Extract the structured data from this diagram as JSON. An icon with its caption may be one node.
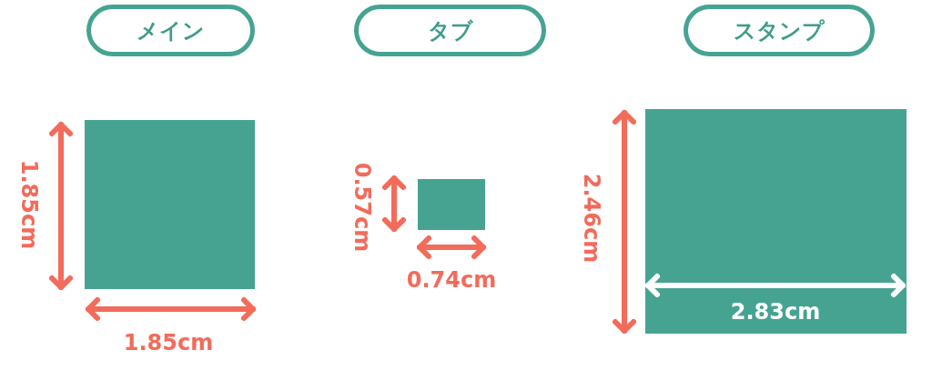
{
  "diagram": {
    "nodes": [
      {
        "text": [
          "メイン"
        ]
      },
      {
        "text": [
          "タブ"
        ]
      },
      {
        "text": [
          "スタンプ"
        ]
      },
      {
        "text": [],
        "shape": "box"
      },
      {
        "text": [],
        "shape": "box"
      },
      {
        "text": [],
        "shape": "box"
      }
    ],
    "labels": [
      "1.85cm",
      "1.85cm",
      "0.57cm",
      "0.74cm",
      "2.46cm",
      "2.83cm"
    ]
  }
}
